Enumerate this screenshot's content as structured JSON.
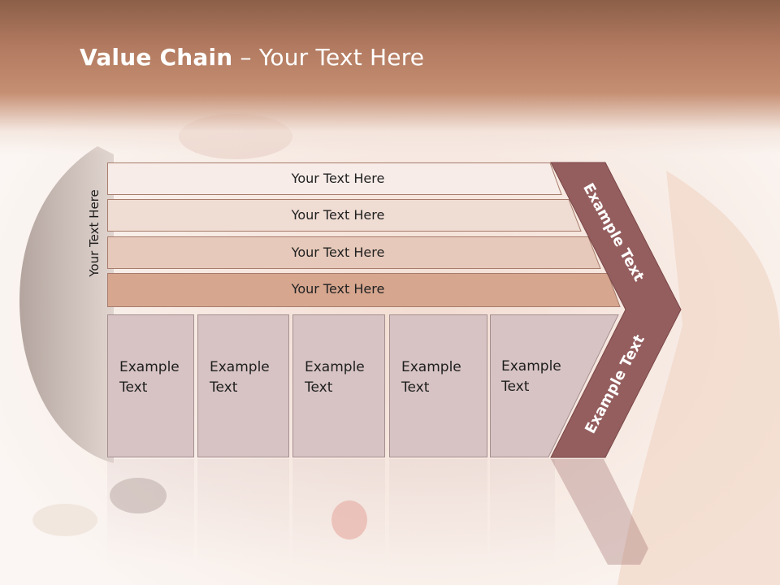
{
  "title": {
    "bold": "Value Chain",
    "rest": " – Your Text Here"
  },
  "side_label": "Your Text Here",
  "bars": [
    {
      "label": "Your Text Here"
    },
    {
      "label": "Your Text Here"
    },
    {
      "label": "Your Text Here"
    },
    {
      "label": "Your Text Here"
    }
  ],
  "columns": [
    {
      "line1": "Example",
      "line2": "Text"
    },
    {
      "line1": "Example",
      "line2": "Text"
    },
    {
      "line1": "Example",
      "line2": "Text"
    },
    {
      "line1": "Example",
      "line2": "Text"
    },
    {
      "line1": "Example",
      "line2": "Text"
    }
  ],
  "chevron": {
    "upper": "Example Text",
    "lower": "Example Text"
  },
  "colors": {
    "header": "#b27a60",
    "bar1": "#f7ece8",
    "bar2": "#efdcd3",
    "bar3": "#e6c9ba",
    "bar4": "#d6a68f",
    "column": "#d7c3c4",
    "chevron": "#955e5e"
  }
}
